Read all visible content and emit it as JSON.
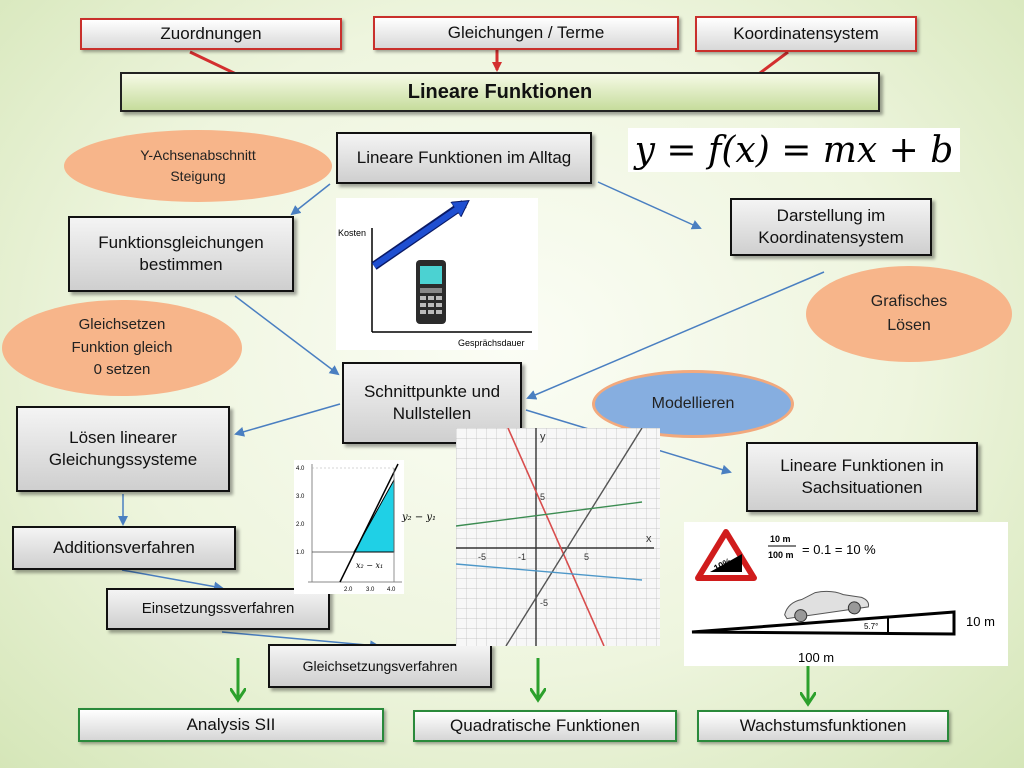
{
  "prereqs": {
    "zuordnungen": "Zuordnungen",
    "gleichungen": "Gleichungen / Terme",
    "koordinaten": "Koordinatensystem"
  },
  "title": "Lineare Funktionen",
  "formula": "y = f(x) = mx + b",
  "ovals": {
    "y_achse": [
      "Y-Achsenabschnitt",
      "Steigung"
    ],
    "gleichsetzen": [
      "Gleichsetzen",
      "Funktion gleich",
      "0 setzen"
    ],
    "grafisch": [
      "Grafisches",
      "Lösen"
    ],
    "modellieren": "Modellieren"
  },
  "boxes": {
    "alltag": "Lineare Funktionen im Alltag",
    "funktionsgleichungen": "Funktionsgleichungen bestimmen",
    "darstellung": "Darstellung im Koordinatensystem",
    "schnittpunkte": "Schnittpunkte und Nullstellen",
    "loesen": "Lösen linearer Gleichungssysteme",
    "sachsituationen": "Lineare Funktionen in Sachsituationen",
    "additionsverfahren": "Additionsverfahren",
    "einsetzungsverfahren": "Einsetzungssverfahren",
    "gleichsetzungsverfahren": "Gleichsetzungsverfahren"
  },
  "outcomes": {
    "analysis": "Analysis SII",
    "quadratische": "Quadratische Funktionen",
    "wachstum": "Wachstumsfunktionen"
  },
  "phone_chart": {
    "ylabel": "Kosten",
    "xlabel": "Gesprächsdauer"
  },
  "slope_graph": {
    "y_ticks": [
      "4.0",
      "3.0",
      "2.0",
      "1.0"
    ],
    "x_ticks": [
      "2.0",
      "3.0",
      "4.0"
    ],
    "dy_label": "y₂ − y₁",
    "dx_label": "x₂ − x₁"
  },
  "grid_graph": {
    "y_label": "y",
    "x_label": "x",
    "tick_5_up": "5",
    "tick_5_down": "-5",
    "tick_5_left": "-5",
    "tick_5_right": "5",
    "tick_minus1": "-1"
  },
  "slope_example": {
    "fraction_num": "10 m",
    "fraction_den": "100 m",
    "result": "= 0.1 = 10 %",
    "sign_text": "10%",
    "angle": "5.7°",
    "height": "10 m",
    "length": "100 m"
  },
  "colors": {
    "red_arrow": "#d32f2f",
    "blue_arrow": "#4a7fc1",
    "green_arrow": "#2ca02c",
    "oval_orange": "#f7b58a",
    "oval_blue": "#86aee0",
    "phone_arrow": "#1f4fd1"
  }
}
